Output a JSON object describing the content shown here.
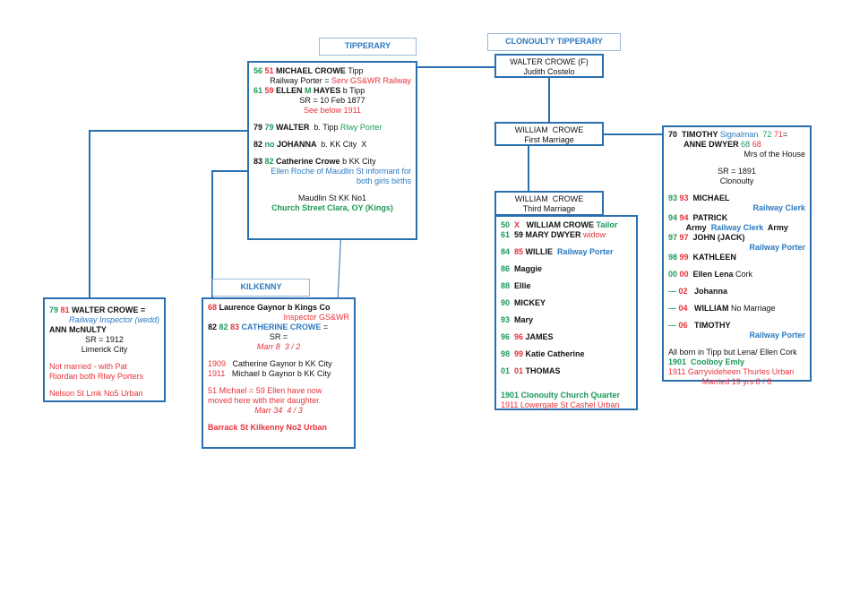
{
  "labels": {
    "tipperary": "TIPPERARY",
    "clonoulty": "CLONOULTY TIPPERARY",
    "kilkenny": "KILKENNY"
  },
  "colors": {
    "line": "#2a6fb0",
    "green": "#1a9a5a",
    "red": "#e8323a",
    "blue": "#2a7ac0"
  },
  "boxes": {
    "michael": [
      {
        "a": "left",
        "s": [
          {
            "t": "56 ",
            "c": "green",
            "b": 1
          },
          {
            "t": "51 ",
            "c": "red",
            "b": 1
          },
          {
            "t": "MICHAEL CROWE ",
            "b": 1
          },
          {
            "t": "Tipp"
          }
        ]
      },
      {
        "a": "right",
        "s": [
          {
            "t": "Railway Porter = "
          },
          {
            "t": "Serv GS&WR Railway",
            "c": "red"
          }
        ]
      },
      {
        "a": "left",
        "s": [
          {
            "t": "61 ",
            "c": "green",
            "b": 1
          },
          {
            "t": "59 ",
            "c": "red",
            "b": 1
          },
          {
            "t": "ELLEN ",
            "b": 1
          },
          {
            "t": "M ",
            "c": "green",
            "b": 1
          },
          {
            "t": "HAYES ",
            "b": 1
          },
          {
            "t": "b Tipp"
          }
        ]
      },
      {
        "a": "center",
        "s": [
          {
            "t": "SR = 10 Feb 1877"
          }
        ]
      },
      {
        "a": "center",
        "s": [
          {
            "t": "See below 1911",
            "c": "red"
          }
        ]
      },
      {
        "gap": 1
      },
      {
        "a": "left",
        "s": [
          {
            "t": "79 ",
            "b": 1
          },
          {
            "t": "79 ",
            "c": "green",
            "b": 1
          },
          {
            "t": "WALTER ",
            "b": 1
          },
          {
            "t": " b. Tipp "
          },
          {
            "t": "Rlwy Porter",
            "c": "green"
          }
        ]
      },
      {
        "gap": 1
      },
      {
        "a": "left",
        "s": [
          {
            "t": "82 ",
            "b": 1
          },
          {
            "t": "no ",
            "c": "green",
            "b": 1
          },
          {
            "t": "JOHANNA ",
            "b": 1
          },
          {
            "t": " b. KK City  X"
          }
        ]
      },
      {
        "gap": 1
      },
      {
        "a": "left",
        "s": [
          {
            "t": "83 ",
            "b": 1
          },
          {
            "t": "82 ",
            "c": "green",
            "b": 1
          },
          {
            "t": "Catherine Crowe ",
            "b": 1
          },
          {
            "t": "b KK City"
          }
        ]
      },
      {
        "a": "right",
        "s": [
          {
            "t": "Ellen Roche of Maudlin St informant for",
            "c": "blue"
          }
        ]
      },
      {
        "a": "right",
        "s": [
          {
            "t": "both girls births",
            "c": "blue"
          }
        ]
      },
      {
        "gap": 1
      },
      {
        "a": "center",
        "s": [
          {
            "t": "Maudlin St KK No1"
          }
        ]
      },
      {
        "a": "center",
        "s": [
          {
            "t": "Church Street Clara, OY (Kings)",
            "c": "green",
            "b": 1
          }
        ]
      }
    ],
    "walter_ann": [
      {
        "a": "left",
        "s": [
          {
            "t": "79 ",
            "c": "green",
            "b": 1
          },
          {
            "t": "81 ",
            "c": "red",
            "b": 1
          },
          {
            "t": "WALTER CROWE =",
            "b": 1
          }
        ]
      },
      {
        "a": "right",
        "s": [
          {
            "t": "Railway Inspector (wedd)",
            "c": "blue",
            "i": 1
          }
        ]
      },
      {
        "a": "left",
        "s": [
          {
            "t": "ANN McNULTY",
            "b": 1
          }
        ]
      },
      {
        "a": "center",
        "s": [
          {
            "t": "SR = 1912"
          }
        ]
      },
      {
        "a": "center",
        "s": [
          {
            "t": "Limerick City"
          }
        ]
      },
      {
        "gap": 1
      },
      {
        "a": "left",
        "s": [
          {
            "t": "Not married - with Pat",
            "c": "red"
          }
        ]
      },
      {
        "a": "left",
        "s": [
          {
            "t": "Riordan both Rlwy Porters",
            "c": "red"
          }
        ]
      },
      {
        "gap": 1
      },
      {
        "a": "left",
        "s": [
          {
            "t": "Nelson St Lmk No5 Urban",
            "c": "red"
          }
        ]
      }
    ],
    "kilkenny": [
      {
        "a": "left",
        "s": [
          {
            "t": "68 ",
            "c": "red",
            "b": 1
          },
          {
            "t": "Laurence Gaynor b Kings Co",
            "b": 1
          }
        ]
      },
      {
        "a": "right",
        "s": [
          {
            "t": "Inspector GS&WR",
            "c": "red"
          }
        ]
      },
      {
        "a": "left",
        "s": [
          {
            "t": "82 ",
            "b": 1
          },
          {
            "t": "82 ",
            "c": "green",
            "b": 1
          },
          {
            "t": "83 ",
            "c": "red",
            "b": 1
          },
          {
            "t": "CATHERINE CROWE",
            "c": "blue",
            "b": 1
          },
          {
            "t": " ="
          }
        ]
      },
      {
        "a": "center",
        "s": [
          {
            "t": "SR ="
          }
        ]
      },
      {
        "a": "center",
        "s": [
          {
            "t": "Marr 8  3 / 2",
            "c": "red",
            "i": 1
          }
        ]
      },
      {
        "gap": 1
      },
      {
        "a": "left",
        "s": [
          {
            "t": "1909",
            "c": "red"
          },
          {
            "t": "   Catherine Gaynor b KK City"
          }
        ]
      },
      {
        "a": "left",
        "s": [
          {
            "t": "1911",
            "c": "red"
          },
          {
            "t": "   Michael b Gaynor b KK City"
          }
        ]
      },
      {
        "gap": 1
      },
      {
        "a": "left",
        "s": [
          {
            "t": "51 Michael = 59 Ellen have now",
            "c": "red"
          }
        ]
      },
      {
        "a": "left",
        "s": [
          {
            "t": "moved here with their daughter.",
            "c": "red"
          }
        ]
      },
      {
        "a": "center",
        "s": [
          {
            "t": "Marr 34  4 / 3",
            "c": "red",
            "i": 1
          }
        ]
      },
      {
        "gap": 1
      },
      {
        "a": "left",
        "s": [
          {
            "t": "Barrack St Kilkenny No2 Urban",
            "c": "red",
            "b": 1
          }
        ]
      }
    ],
    "walter_f": [
      {
        "a": "center",
        "s": [
          {
            "t": "WALTER CROWE (F)"
          }
        ]
      },
      {
        "a": "center",
        "s": [
          {
            "t": "Judith Costelo"
          }
        ]
      }
    ],
    "william_first": [
      {
        "a": "center",
        "s": [
          {
            "t": "WILLIAM  CROWE"
          }
        ]
      },
      {
        "a": "center",
        "s": [
          {
            "t": "First Marriage"
          }
        ]
      }
    ],
    "william_third": [
      {
        "a": "center",
        "s": [
          {
            "t": "WILLIAM  CROWE"
          }
        ]
      },
      {
        "a": "center",
        "s": [
          {
            "t": "Third Marriage"
          }
        ]
      }
    ],
    "william_family": [
      {
        "a": "left",
        "s": [
          {
            "t": "50  ",
            "c": "green",
            "b": 1
          },
          {
            "t": "X  ",
            "c": "red",
            "b": 1
          },
          {
            "t": " WILLIAM CROWE ",
            "b": 1
          },
          {
            "t": "Tailor",
            "c": "green",
            "b": 1
          }
        ]
      },
      {
        "a": "left",
        "s": [
          {
            "t": "61  ",
            "c": "green",
            "b": 1
          },
          {
            "t": "59 MARY DWYER ",
            "b": 1
          },
          {
            "t": "widow",
            "c": "red"
          }
        ]
      },
      {
        "gap": 1
      },
      {
        "a": "left",
        "s": [
          {
            "t": "84  ",
            "c": "green",
            "b": 1
          },
          {
            "t": "85 ",
            "c": "red",
            "b": 1
          },
          {
            "t": "WILLIE  ",
            "b": 1
          },
          {
            "t": "Railway Porter",
            "c": "blue",
            "b": 1
          }
        ]
      },
      {
        "gap": 1
      },
      {
        "a": "left",
        "s": [
          {
            "t": "86  ",
            "c": "green",
            "b": 1
          },
          {
            "t": "Maggie",
            "b": 1
          }
        ]
      },
      {
        "gap": 1
      },
      {
        "a": "left",
        "s": [
          {
            "t": "88  ",
            "c": "green",
            "b": 1
          },
          {
            "t": "Ellie",
            "b": 1
          }
        ]
      },
      {
        "gap": 1
      },
      {
        "a": "left",
        "s": [
          {
            "t": "90  ",
            "c": "green",
            "b": 1
          },
          {
            "t": "MICKEY",
            "b": 1
          }
        ]
      },
      {
        "gap": 1
      },
      {
        "a": "left",
        "s": [
          {
            "t": "93  ",
            "c": "green",
            "b": 1
          },
          {
            "t": "Mary",
            "b": 1
          }
        ]
      },
      {
        "gap": 1
      },
      {
        "a": "left",
        "s": [
          {
            "t": "96  ",
            "c": "green",
            "b": 1
          },
          {
            "t": "96 ",
            "c": "red",
            "b": 1
          },
          {
            "t": "JAMES",
            "b": 1
          }
        ]
      },
      {
        "gap": 1
      },
      {
        "a": "left",
        "s": [
          {
            "t": "98  ",
            "c": "green",
            "b": 1
          },
          {
            "t": "99 ",
            "c": "red",
            "b": 1
          },
          {
            "t": "Katie Catherine",
            "b": 1
          }
        ]
      },
      {
        "gap": 1
      },
      {
        "a": "left",
        "s": [
          {
            "t": "01  ",
            "c": "green",
            "b": 1
          },
          {
            "t": "01 ",
            "c": "red",
            "b": 1
          },
          {
            "t": "THOMAS",
            "b": 1
          }
        ]
      },
      {
        "gap": 1
      },
      {
        "gap": 1
      },
      {
        "a": "left",
        "s": [
          {
            "t": "1901 Clonoulty Church Quarter",
            "c": "green",
            "b": 1
          }
        ]
      },
      {
        "a": "left",
        "s": [
          {
            "t": "1911 Lowergate St Cashel Urban",
            "c": "red"
          }
        ]
      }
    ],
    "timothy": [
      {
        "a": "left",
        "s": [
          {
            "t": "70  TIMOTHY ",
            "b": 1
          },
          {
            "t": "Signalman  ",
            "c": "blue"
          },
          {
            "t": "72 ",
            "c": "green"
          },
          {
            "t": "71",
            "c": "red"
          },
          {
            "t": "="
          }
        ]
      },
      {
        "a": "left",
        "s": [
          {
            "t": "       ANNE DWYER ",
            "b": 1
          },
          {
            "t": "68 ",
            "c": "green"
          },
          {
            "t": "68",
            "c": "red"
          }
        ]
      },
      {
        "a": "right",
        "s": [
          {
            "t": "Mrs of the House"
          }
        ]
      },
      {
        "gap": 1
      },
      {
        "a": "center",
        "s": [
          {
            "t": "SR = 1891"
          }
        ]
      },
      {
        "a": "center",
        "s": [
          {
            "t": "Clonoulty"
          }
        ]
      },
      {
        "gap": 1
      },
      {
        "a": "left",
        "s": [
          {
            "t": "93 ",
            "c": "green",
            "b": 1
          },
          {
            "t": "93 ",
            "c": "red",
            "b": 1
          },
          {
            "t": " MICHAEL",
            "b": 1
          }
        ]
      },
      {
        "a": "right",
        "s": [
          {
            "t": "Railway Clerk",
            "c": "blue",
            "b": 1
          }
        ]
      },
      {
        "a": "left",
        "s": [
          {
            "t": "94 ",
            "c": "green",
            "b": 1
          },
          {
            "t": "94 ",
            "c": "red",
            "b": 1
          },
          {
            "t": " PATRICK",
            "b": 1
          }
        ]
      },
      {
        "a": "left",
        "s": [
          {
            "t": "        Army  ",
            "b": 1
          },
          {
            "t": "Railway Clerk",
            "c": "blue",
            "b": 1
          },
          {
            "t": "  Army",
            "b": 1
          }
        ]
      },
      {
        "a": "left",
        "s": [
          {
            "t": "97 ",
            "c": "green",
            "b": 1
          },
          {
            "t": "97 ",
            "c": "red",
            "b": 1
          },
          {
            "t": " JOHN (JACK)",
            "b": 1
          }
        ]
      },
      {
        "a": "right",
        "s": [
          {
            "t": "Railway Porter",
            "c": "blue",
            "b": 1
          }
        ]
      },
      {
        "a": "left",
        "s": [
          {
            "t": "98 ",
            "c": "green",
            "b": 1
          },
          {
            "t": "99 ",
            "c": "red",
            "b": 1
          },
          {
            "t": " KATHLEEN",
            "b": 1
          }
        ]
      },
      {
        "gap": 1
      },
      {
        "a": "left",
        "s": [
          {
            "t": "00 ",
            "c": "green",
            "b": 1
          },
          {
            "t": "00 ",
            "c": "red",
            "b": 1
          },
          {
            "t": " Ellen Lena ",
            "b": 1
          },
          {
            "t": "Cork"
          }
        ]
      },
      {
        "gap": 1
      },
      {
        "a": "left",
        "s": [
          {
            "t": "--- ",
            "c": "green",
            "b": 1
          },
          {
            "t": "02 ",
            "c": "red",
            "b": 1
          },
          {
            "t": "  Johanna",
            "b": 1
          }
        ]
      },
      {
        "gap": 1
      },
      {
        "a": "left",
        "s": [
          {
            "t": "--- ",
            "c": "green",
            "b": 1
          },
          {
            "t": "04 ",
            "c": "red",
            "b": 1
          },
          {
            "t": "  WILLIAM ",
            "b": 1
          },
          {
            "t": "No Marriage"
          }
        ]
      },
      {
        "gap": 1
      },
      {
        "a": "left",
        "s": [
          {
            "t": "--- ",
            "c": "green",
            "b": 1
          },
          {
            "t": "06 ",
            "c": "red",
            "b": 1
          },
          {
            "t": "  TIMOTHY",
            "b": 1
          }
        ]
      },
      {
        "a": "right",
        "s": [
          {
            "t": "Railway Porter",
            "c": "blue",
            "b": 1
          }
        ]
      },
      {
        "gap": 1
      },
      {
        "a": "left",
        "s": [
          {
            "t": "All born in Tipp but Lena/ Ellen Cork"
          }
        ]
      },
      {
        "a": "left",
        "s": [
          {
            "t": "1901  Coolboy Emly",
            "c": "green",
            "b": 1
          }
        ]
      },
      {
        "a": "left",
        "s": [
          {
            "t": "1911 Garryvideheen Thurles Urban",
            "c": "red"
          }
        ]
      },
      {
        "a": "center",
        "s": [
          {
            "t": "Married 19 yrs 8 / 8",
            "c": "red"
          }
        ]
      }
    ]
  }
}
